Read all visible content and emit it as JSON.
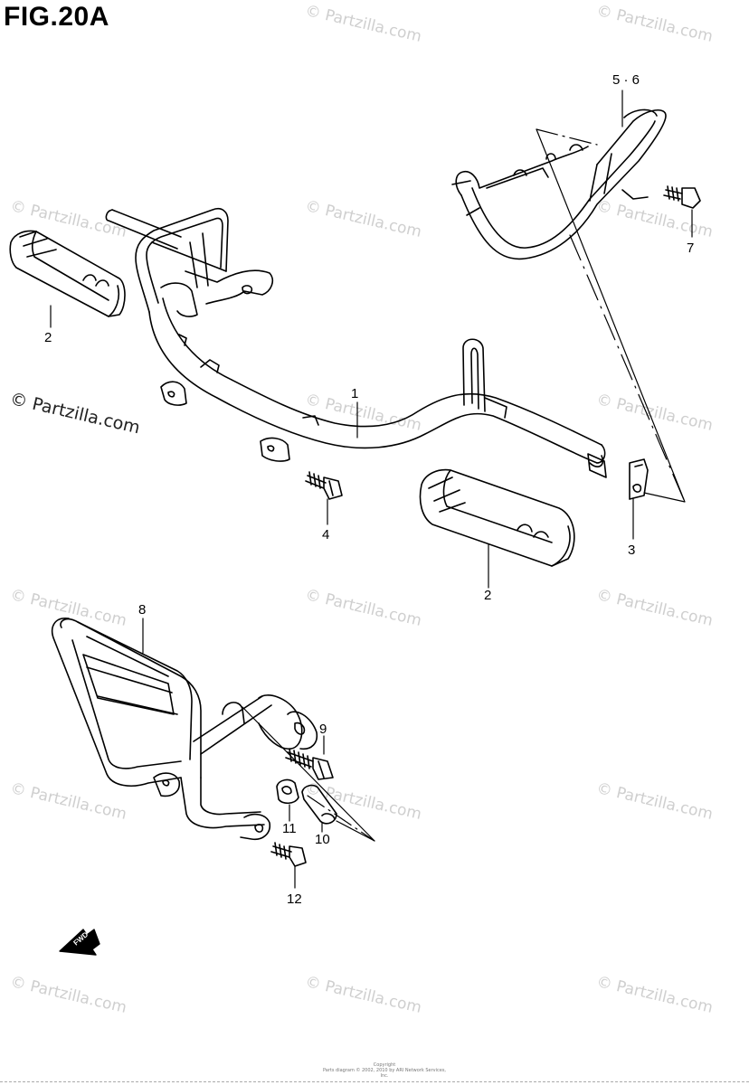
{
  "figure": {
    "title": "FIG.20A"
  },
  "watermark": {
    "text": "© Partzilla.com",
    "prominent_text": "© Partzilla.com"
  },
  "callouts": [
    {
      "id": "c-56",
      "label": "5 · 6"
    },
    {
      "id": "c-7",
      "label": "7"
    },
    {
      "id": "c-2a",
      "label": "2"
    },
    {
      "id": "c-1",
      "label": "1"
    },
    {
      "id": "c-4",
      "label": "4"
    },
    {
      "id": "c-3",
      "label": "3"
    },
    {
      "id": "c-2b",
      "label": "2"
    },
    {
      "id": "c-8",
      "label": "8"
    },
    {
      "id": "c-9",
      "label": "9"
    },
    {
      "id": "c-11",
      "label": "11"
    },
    {
      "id": "c-10",
      "label": "10"
    },
    {
      "id": "c-12",
      "label": "12"
    }
  ],
  "fwd_badge": {
    "label": "FWD"
  },
  "footer": {
    "line1": "Copyright",
    "line2": "Parts diagram © 2002, 2010 by ARI Network Services, Inc."
  },
  "colors": {
    "line": "#000000",
    "watermark": "#cfcfcf"
  }
}
